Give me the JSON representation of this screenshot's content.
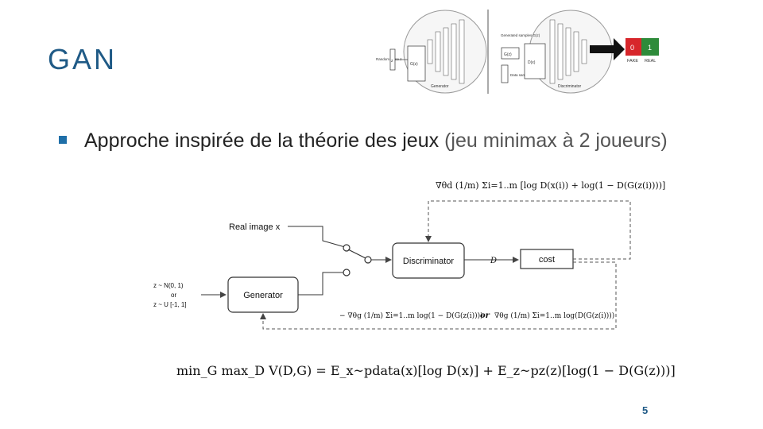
{
  "slide": {
    "title": "GAN",
    "bullet_main": "Approche inspirée de la théorie des jeux",
    "bullet_note": "(jeu minimax à 2 joueurs)",
    "page_number": "5"
  },
  "top_figure": {
    "random_noise_label": "Random noise z",
    "z_label": "z",
    "gz_label": "G(z)",
    "generator_label": "Generator",
    "generated_samples_label": "Generated samples G(z)",
    "data_samples_label": "Data samples x",
    "dx_label": "D(x)",
    "discriminator_label": "Discriminator",
    "fake_value": "0",
    "real_value": "1",
    "fake_label": "FAKE",
    "real_label": "REAL",
    "colors": {
      "fake": "#d7262b",
      "real": "#2e8b3a"
    }
  },
  "flow_diagram": {
    "real_image_label": "Real image x",
    "generator_label": "Generator",
    "discriminator_label": "Discriminator",
    "cost_label": "cost",
    "d_label": "D",
    "z_normal": "z ~ N(0, 1)",
    "or_label": "or",
    "z_uniform": "z ~ U [-1, 1]",
    "disc_gradient": "∇θd (1/m) Σi=1..m [log D(x(i)) + log(1 − D(G(z(i))))]",
    "gen_gradient_a": "− ∇θg (1/m) Σi=1..m log(1 − D(G(z(i))))",
    "gen_or": "or",
    "gen_gradient_b": "∇θg (1/m) Σi=1..m log(D(G(z(i))))"
  },
  "objective": {
    "formula": "min_G max_D V(D,G) = E_x~pdata(x)[log D(x)] + E_z~pz(z)[log(1 − D(G(z)))]"
  }
}
